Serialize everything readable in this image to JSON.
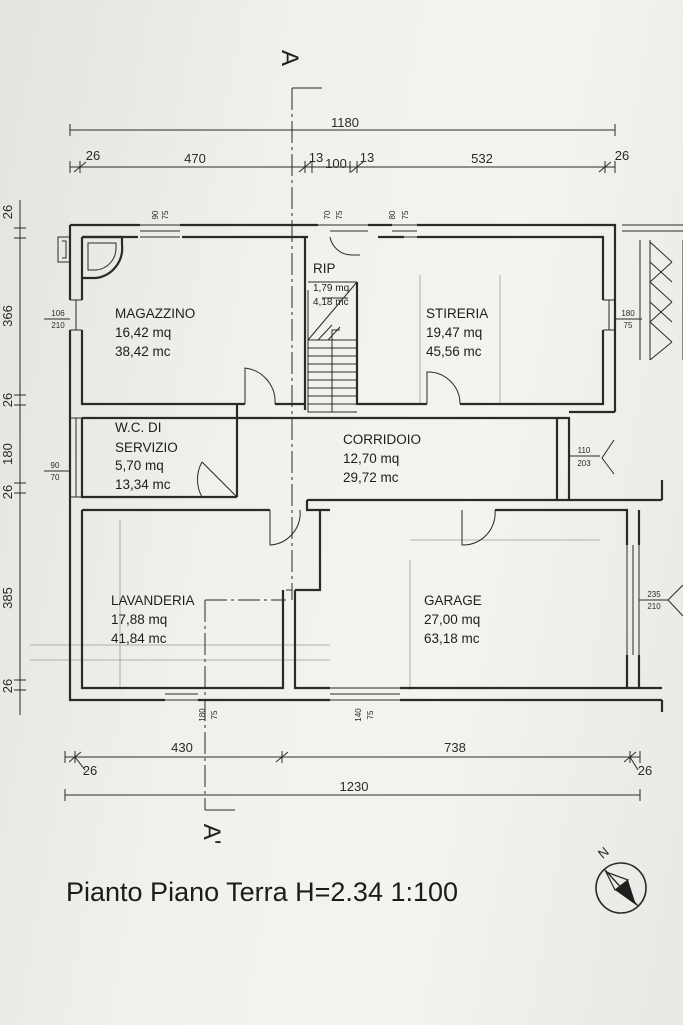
{
  "title": "Pianto Piano Terra  H=2.34  1:100",
  "section": {
    "top": "A",
    "bottom": "A'"
  },
  "compass": {
    "label": "N"
  },
  "dimensions": {
    "top_overall": "1180",
    "top_chain": [
      "26",
      "470",
      "13",
      "100",
      "13",
      "532",
      "26"
    ],
    "bottom_chain": [
      "26",
      "430",
      "738",
      "26"
    ],
    "bottom_overall": "1230",
    "left": [
      "26",
      "366",
      "26",
      "180",
      "26",
      "385",
      "26"
    ]
  },
  "openings": {
    "mag_top_w": "90",
    "mag_top_h": "75",
    "rip_top_w": "70",
    "rip_top_h": "75",
    "stir_top_w": "80",
    "stir_top_h": "75",
    "mag_left_w": "106",
    "mag_left_h": "210",
    "stir_right_w": "180",
    "stir_right_h": "75",
    "wc_left_w": "90",
    "wc_left_h": "70",
    "corr_right_w": "110",
    "corr_right_h": "203",
    "gar_right_w": "235",
    "gar_right_h": "210",
    "lav_bottom_w": "180",
    "lav_bottom_h": "75",
    "gar_bottom_w": "140",
    "gar_bottom_h": "75"
  },
  "rooms": {
    "magazzino": {
      "name": "MAGAZZINO",
      "area": "16,42 mq",
      "volume": "38,42 mc"
    },
    "rip": {
      "name": "RIP",
      "area": "1,79 mq",
      "volume": "4,18 mc"
    },
    "stireria": {
      "name": "STIRERIA",
      "area": "19,47 mq",
      "volume": "45,56 mc"
    },
    "wc": {
      "name1": "W.C. DI",
      "name2": "SERVIZIO",
      "area": "5,70 mq",
      "volume": "13,34 mc"
    },
    "corridoio": {
      "name": "CORRIDOIO",
      "area": "12,70 mq",
      "volume": "29,72 mc"
    },
    "lavanderia": {
      "name": "LAVANDERIA",
      "area": "17,88 mq",
      "volume": "41,84 mc"
    },
    "garage": {
      "name": "GARAGE",
      "area": "27,00 mq",
      "volume": "63,18 mc"
    }
  }
}
